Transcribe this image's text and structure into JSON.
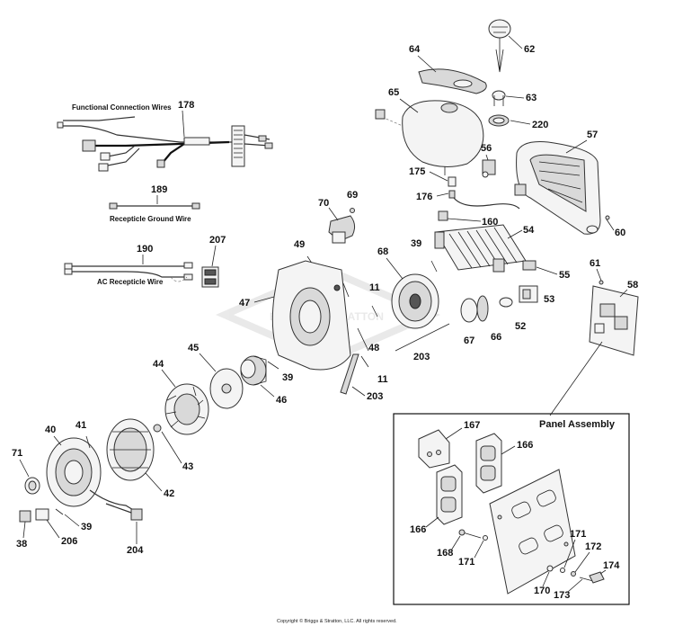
{
  "page": {
    "copyright": "Copyright © Briggs & Stratton, LLC. All rights reserved."
  },
  "labels": {
    "functional_connection_wires": "Functional Connection Wires",
    "recepticle_ground_wire": "Recepticle Ground Wire",
    "ac_recepticle_wire": "AC Recepticle Wire",
    "panel_assembly": "Panel Assembly"
  },
  "callouts": {
    "c178": "178",
    "c189": "189",
    "c190": "190",
    "c207": "207",
    "c64": "64",
    "c62": "62",
    "c65": "65",
    "c63": "63",
    "c220": "220",
    "c56": "56",
    "c57": "57",
    "c175": "175",
    "c176": "176",
    "c70": "70",
    "c69": "69",
    "c160": "160",
    "c54": "54",
    "c60": "60",
    "c49": "49",
    "c39a": "39",
    "c68": "68",
    "c55": "55",
    "c61": "61",
    "c58": "58",
    "c47": "47",
    "c11a": "11",
    "c53": "53",
    "c52": "52",
    "c67": "67",
    "c66a": "66",
    "c48": "48",
    "c203a": "203",
    "c45": "45",
    "c44": "44",
    "c39b": "39",
    "c46": "46",
    "c11b": "11",
    "c203b": "203",
    "c40": "40",
    "c41": "41",
    "c43": "43",
    "c42": "42",
    "c71": "71",
    "c39c": "39",
    "c38": "38",
    "c206": "206",
    "c204": "204",
    "c167": "167",
    "c166a": "166",
    "c166b": "166",
    "c168": "168",
    "c171a": "171",
    "c171b": "171",
    "c172": "172",
    "c174": "174",
    "c170": "170",
    "c173": "173"
  },
  "watermark": "BRIGGS & STRATTON"
}
